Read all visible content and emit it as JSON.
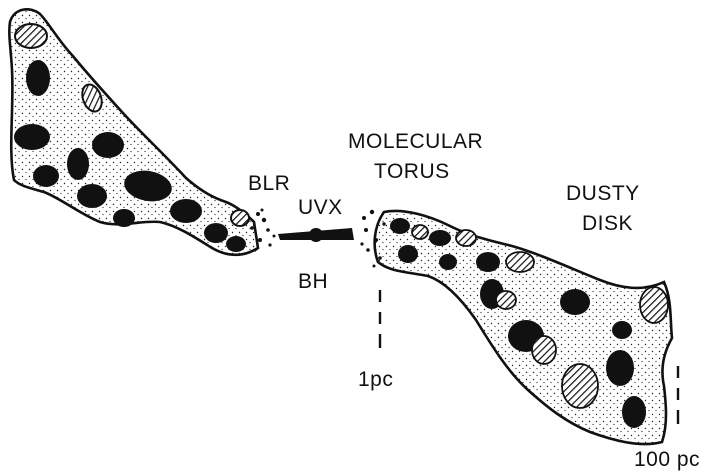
{
  "labels": {
    "blr": "BLR",
    "uvx": "UVX",
    "bh": "BH",
    "molecular_torus_line1": "MOLECULAR",
    "molecular_torus_line2": "TORUS",
    "dusty_disk_line1": "DUSTY",
    "dusty_disk_line2": "DISK",
    "scale_1pc": "1pc",
    "scale_100pc": "100 pc"
  },
  "colors": {
    "ink": "#111111",
    "paper": "#ffffff"
  }
}
